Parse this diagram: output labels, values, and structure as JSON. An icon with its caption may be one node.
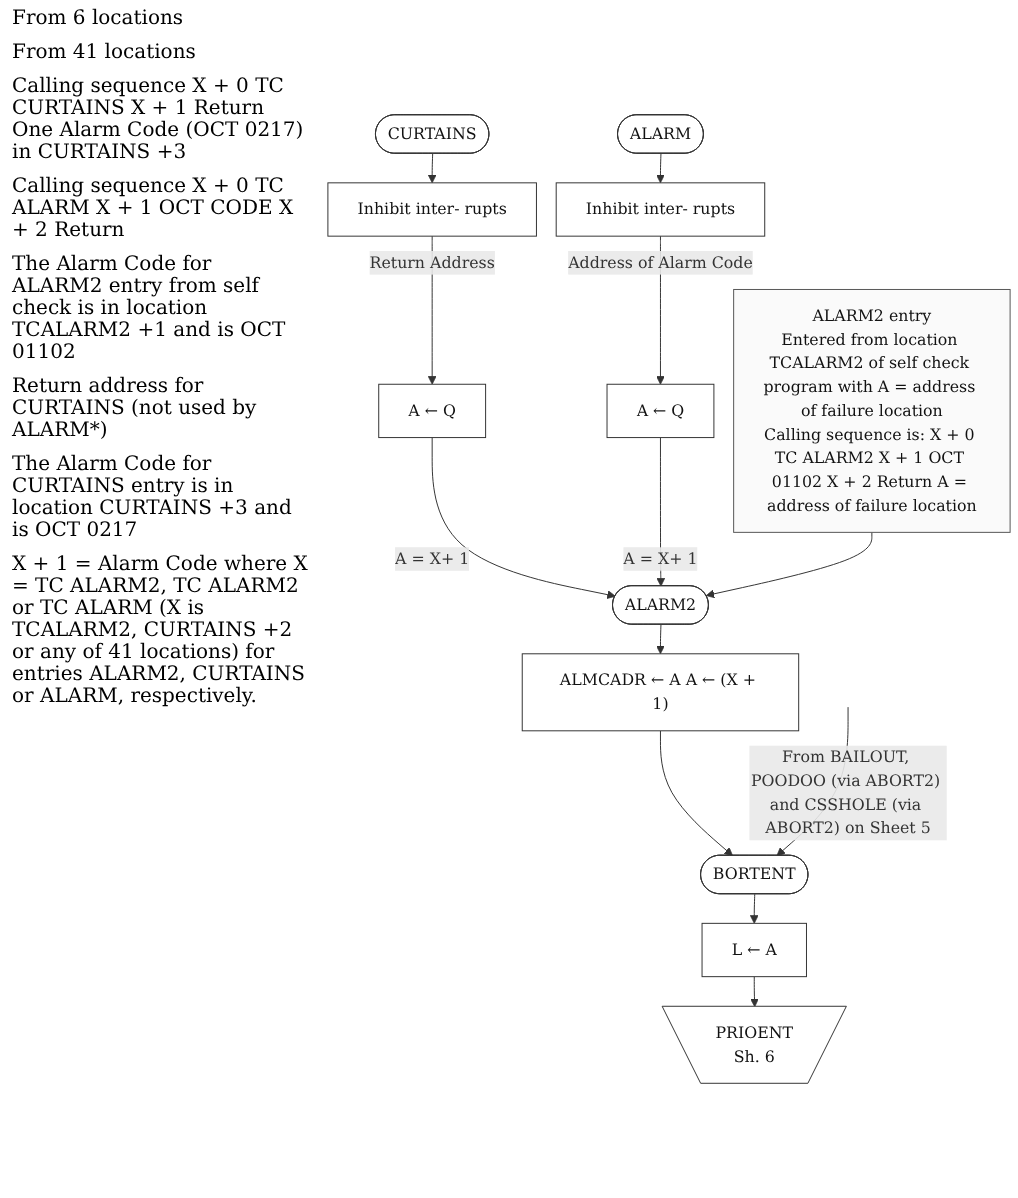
{
  "diagram": {
    "nodes": [
      {
        "text": [
          "CURTAINS"
        ]
      },
      {
        "text": [
          "Inhibit inter- rupts"
        ]
      },
      {
        "text": [
          "A ← Q"
        ]
      },
      {
        "text": [
          "ALARM"
        ]
      },
      {
        "text": [
          "Inhibit inter- rupts"
        ]
      },
      {
        "text": [
          "A ← Q"
        ]
      },
      {
        "text": [
          "ALARM2 entry",
          "Entered from location TCALARM2 of self check program with A = address of failure location",
          "Calling sequence is: X + 0 TC ALARM2 X + 1 OCT 01102 X + 2 Return A = address of failure location"
        ]
      },
      {
        "text": [
          "ALARM2"
        ]
      },
      {
        "text": [
          "ALMCADR ← A A ← (X + 1)"
        ]
      },
      {
        "text": [
          "BORTENT"
        ]
      },
      {
        "text": [
          "L ← A"
        ]
      },
      {
        "text": [
          "PRIOENT",
          "Sh. 6"
        ]
      }
    ],
    "edges": [
      {
        "from": 0,
        "to": 1,
        "arrow": "to"
      },
      {
        "from": 1,
        "to": 2,
        "arrow": "to",
        "label": "Return Address"
      },
      {
        "from": 3,
        "to": 4,
        "arrow": "to"
      },
      {
        "from": 4,
        "to": 5,
        "arrow": "to",
        "label": "Address of Alarm Code"
      },
      {
        "from": 2,
        "to": 7,
        "arrow": "to",
        "label": "A = X+ 1"
      },
      {
        "from": 5,
        "to": 7,
        "arrow": "to",
        "label": "A = X+ 1"
      },
      {
        "from": 6,
        "to": 7,
        "arrow": "to"
      },
      {
        "from": 7,
        "to": 8,
        "arrow": "to"
      },
      {
        "from": 8,
        "to": 9,
        "arrow": "to"
      },
      {
        "from": null,
        "to": 9,
        "arrow": "to",
        "label": "From BAILOUT, POODOO (via ABORT2) and CSSHOLE (via ABORT2) on Sheet 5"
      },
      {
        "from": 9,
        "to": 10,
        "arrow": "to"
      },
      {
        "from": 10,
        "to": 11,
        "arrow": "to"
      }
    ],
    "labels": [
      "From 6 locations",
      "From 41 locations",
      "Calling sequence X + 0 TC CURTAINS X + 1 Return One Alarm Code (OCT 0217) in CURTAINS +3",
      "Calling sequence X + 0 TC ALARM X + 1 OCT CODE X + 2 Return",
      "The Alarm Code for ALARM2 entry from self check is in location TCALARM2 +1 and is OCT 01102",
      "Return address for CURTAINS (not used by ALARM*)",
      "The Alarm Code for CURTAINS entry is in location CURTAINS +3 and is OCT 0217",
      "X + 1 = Alarm Code where X = TC ALARM2, TC ALARM2 or TC ALARM (X is TCALARM2, CURTAINS +2 or any of 41 locations) for entries ALARM2, CURTAINS or ALARM, respectively."
    ]
  }
}
